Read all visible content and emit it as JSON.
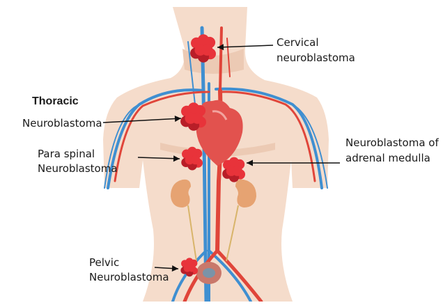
{
  "labels": {
    "cervical_line1": "Cervical",
    "cervical_line2": "neuroblastoma",
    "thoracic_title": "Thoracic",
    "thoracic_line": "Neuroblastoma",
    "paraspinal_line1": "Para spinal",
    "paraspinal_line2": "Neuroblastoma",
    "adrenal_line1": "Neuroblastoma of",
    "adrenal_line2": "adrenal medulla",
    "pelvic_line1": "Pelvic",
    "pelvic_line2": "Neuroblastoma"
  },
  "colors": {
    "skin": "#f5dccb",
    "skin_shadow": "#eccab4",
    "artery": "#e0453a",
    "vein": "#3f8fd1",
    "tumor": "#e8333a",
    "tumor_dark": "#b81e28",
    "heart": "#e2524e",
    "kidney": "#e6a372",
    "arrow": "#111111"
  }
}
